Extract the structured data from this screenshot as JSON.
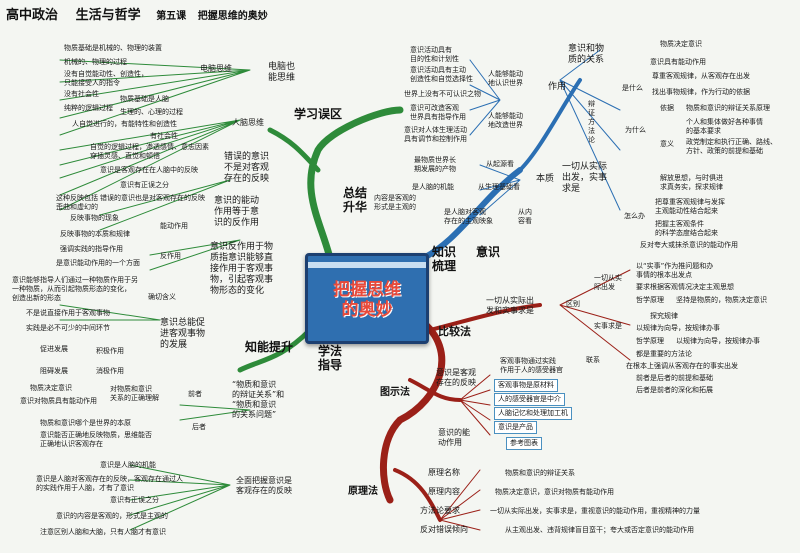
{
  "title": {
    "subject": "高中政治",
    "book": "生活与哲学",
    "lesson": "第五课",
    "topic": "把握思维的奥妙"
  },
  "center": {
    "line1": "把握思维",
    "line2": "的奥妙"
  },
  "branches": {
    "summary": {
      "label1": "总结",
      "label2": "升华"
    },
    "knowledge": {
      "label1": "知识",
      "label2": "梳理"
    },
    "mistakes": "学习误区",
    "ability": "知能提升",
    "method": {
      "label1": "学法",
      "label2": "指导"
    },
    "consciousness": "意识",
    "compare": "比较法",
    "diagram": "图示法",
    "principle": "原理法"
  },
  "mistakes": {
    "brain_node": "电脑也\n能思维",
    "brain_think": "电脑思维",
    "brain_items": [
      "物质基础是机械的、物理的装置",
      "机械的、物理的过程",
      "没有自觉能动性、创造性，\n只能接受人的指令",
      "没有社会性",
      "纯粹的逻辑过程"
    ],
    "human_think": "人脑思维",
    "human_items": [
      "物质基础是人脑",
      "生理的、心理的过程",
      "人自觉进行的，有能特性和创造性",
      "有社会性",
      "自觉的逻辑过程，渗透感情、意志因素\n穿插灵感、直觉和顿悟"
    ],
    "wrong": "错误的意识\n不是对客观\n存在的反映",
    "wrong_items": [
      "意识是客观存在在人脑中的反映",
      "意识有正误之分",
      "错误的意识也是对客观存在的反映"
    ],
    "function": "意识的能动\n作用等于意\n识的反作用",
    "function_items": [
      "这种反映包括\n歪曲和虚幻的",
      "反映事物的现象",
      "能动作用",
      "反映事物的本质和规律",
      "强调实践的指导作用",
      "反作用",
      "是意识能动作用的一个方面"
    ],
    "reaction": "意识反作用于物\n质指意识能够直\n接作用于客观事\n物，引起客观事\n物形态的变化",
    "reaction_items": [
      "意识能够指导人们通过一种物质作用于另\n一种物质，从而引起物质形态的变化，\n创造出新的形态",
      "确切含义",
      "不是说直接作用于客观事物",
      "实践是必不可少的中间环节"
    ],
    "promote": "意识总能促\n进客观事物\n的发展",
    "promote_items": [
      "促进发展",
      "积极作用",
      "阻碍发展",
      "消极作用"
    ]
  },
  "ability": {
    "relation": "“物质和意识\n的辩证关系”和\n“物质和意识\n的关系问题”",
    "front": "前者",
    "front_items": [
      "物质决定意识",
      "意识对物质具有能动作用"
    ],
    "front_desc": "对物质和意识\n关系的正确理解",
    "back": "后者",
    "back_items": [
      "物质和意识哪个是世界的本原",
      "意识能否正确地反映物质，思维能否\n正确地认识客观存在"
    ],
    "whole": "全面把握意识是\n客观存在的反映",
    "whole_items": [
      "意识是人脑的机能",
      "意识是人脑对客观存在的反映，客观存在通过人\n的实践作用于人脑，才有了意识",
      "意识有正误之分",
      "意识的内容是客观的，形式是主观的",
      "注意区别人脑和大脑，只有人脑才有意识"
    ]
  },
  "knowledge": {
    "material_rel": "意识和物\n质的关系",
    "mat_items": [
      "物质决定意识",
      "意识具有能动作用"
    ],
    "what": "是什么",
    "what_items": [
      "尊重客观规律，从客观存在出发",
      "找出事物规律，作为行动的依据"
    ],
    "dialectic": "辩\n证\n方\n法\n论",
    "why": "为什么",
    "basis": "依据",
    "basis_item": "物质和意识的辩证关系原理",
    "meaning": "意义",
    "meaning_items": [
      "个人和集体做好各种事情\n的基本要求",
      "政党制定和执行正确、路线、\n方针、政策的前提和基础"
    ],
    "how": "怎么办",
    "how_items": [
      "解放思想，与时俱进\n求真务实，探求规律",
      "把尊重客观规律与发挥\n主观能动性结合起来",
      "把握主客观条件\n的科学态度结合起来",
      "反对夸大或抹杀意识的能动作用"
    ],
    "practice": "一切从实际\n出发，实事\n求是",
    "function": "作用",
    "func_items": [
      "意识活动具有\n目的性和计划性",
      "意识活动具有主动\n创造性和自觉选择性",
      "世界上没有不可认识之物",
      "意识可改造客观\n世界具有指导作用",
      "意识对人体生理活动\n具有调节和控制作用"
    ],
    "func_a": "人能够能动\n地认识世界",
    "func_b": "人能够能动\n地改造世界",
    "nature": "本质",
    "origin": "从起源看",
    "origin_item": "最物质世界长\n期发展的产物",
    "physio": "从生理基础看",
    "physio_item": "是人脑的机能",
    "content": "从内\n容看",
    "content_item": "是人脑对客观\n存在的主观映象",
    "content_a": "内容是客观的\n形式是主观的"
  },
  "method": {
    "compare_root": "一切从实际出\n发和实事求是",
    "diff": "区别",
    "diff_items": [
      "一切从实\n际出发",
      "以“实事”作为推问题和办\n事情的根本出发点",
      "要求根据客观情况决定主观思想",
      "哲学原理",
      "坚持是物质的，物质决定意识",
      "实事求是",
      "探究规律",
      "以规律为向导，按规律办事",
      "哲学原理",
      "以规律为向导，按规律办事"
    ],
    "link": "联系",
    "link_items": [
      "都是重要的方法论",
      "在根本上强调从客观存在的事实出发",
      "前者是后者的前提和基础",
      "后者是前者的深化和拓展"
    ],
    "diagram_root": "意识是客观\n存在的反映",
    "diagram_items": [
      "客观事物通过实践\n作用于人的感受器官",
      "客观事物是原材料",
      "人的感受器官是中介",
      "人脑记忆和处理加工机",
      "意识是产品"
    ],
    "diagram_b": "意识的能\n动作用",
    "ref": "参考图表",
    "principle_names": [
      "原理名称",
      "原理内容",
      "方法论要求",
      "反对错误倾向"
    ],
    "principle_vals": [
      "物质和意识的辩证关系",
      "物质决定意识，意识对物质有能动作用",
      "一切从实际出发，实事求是，重视意识的能动作用，重视精神的力量",
      "从主观出发、违背规律盲目蛮干；夸大或否定意识的能动作用"
    ]
  },
  "colors": {
    "green": "#2e8b3a",
    "blue": "#2b6fb3",
    "red": "#9b2018"
  }
}
